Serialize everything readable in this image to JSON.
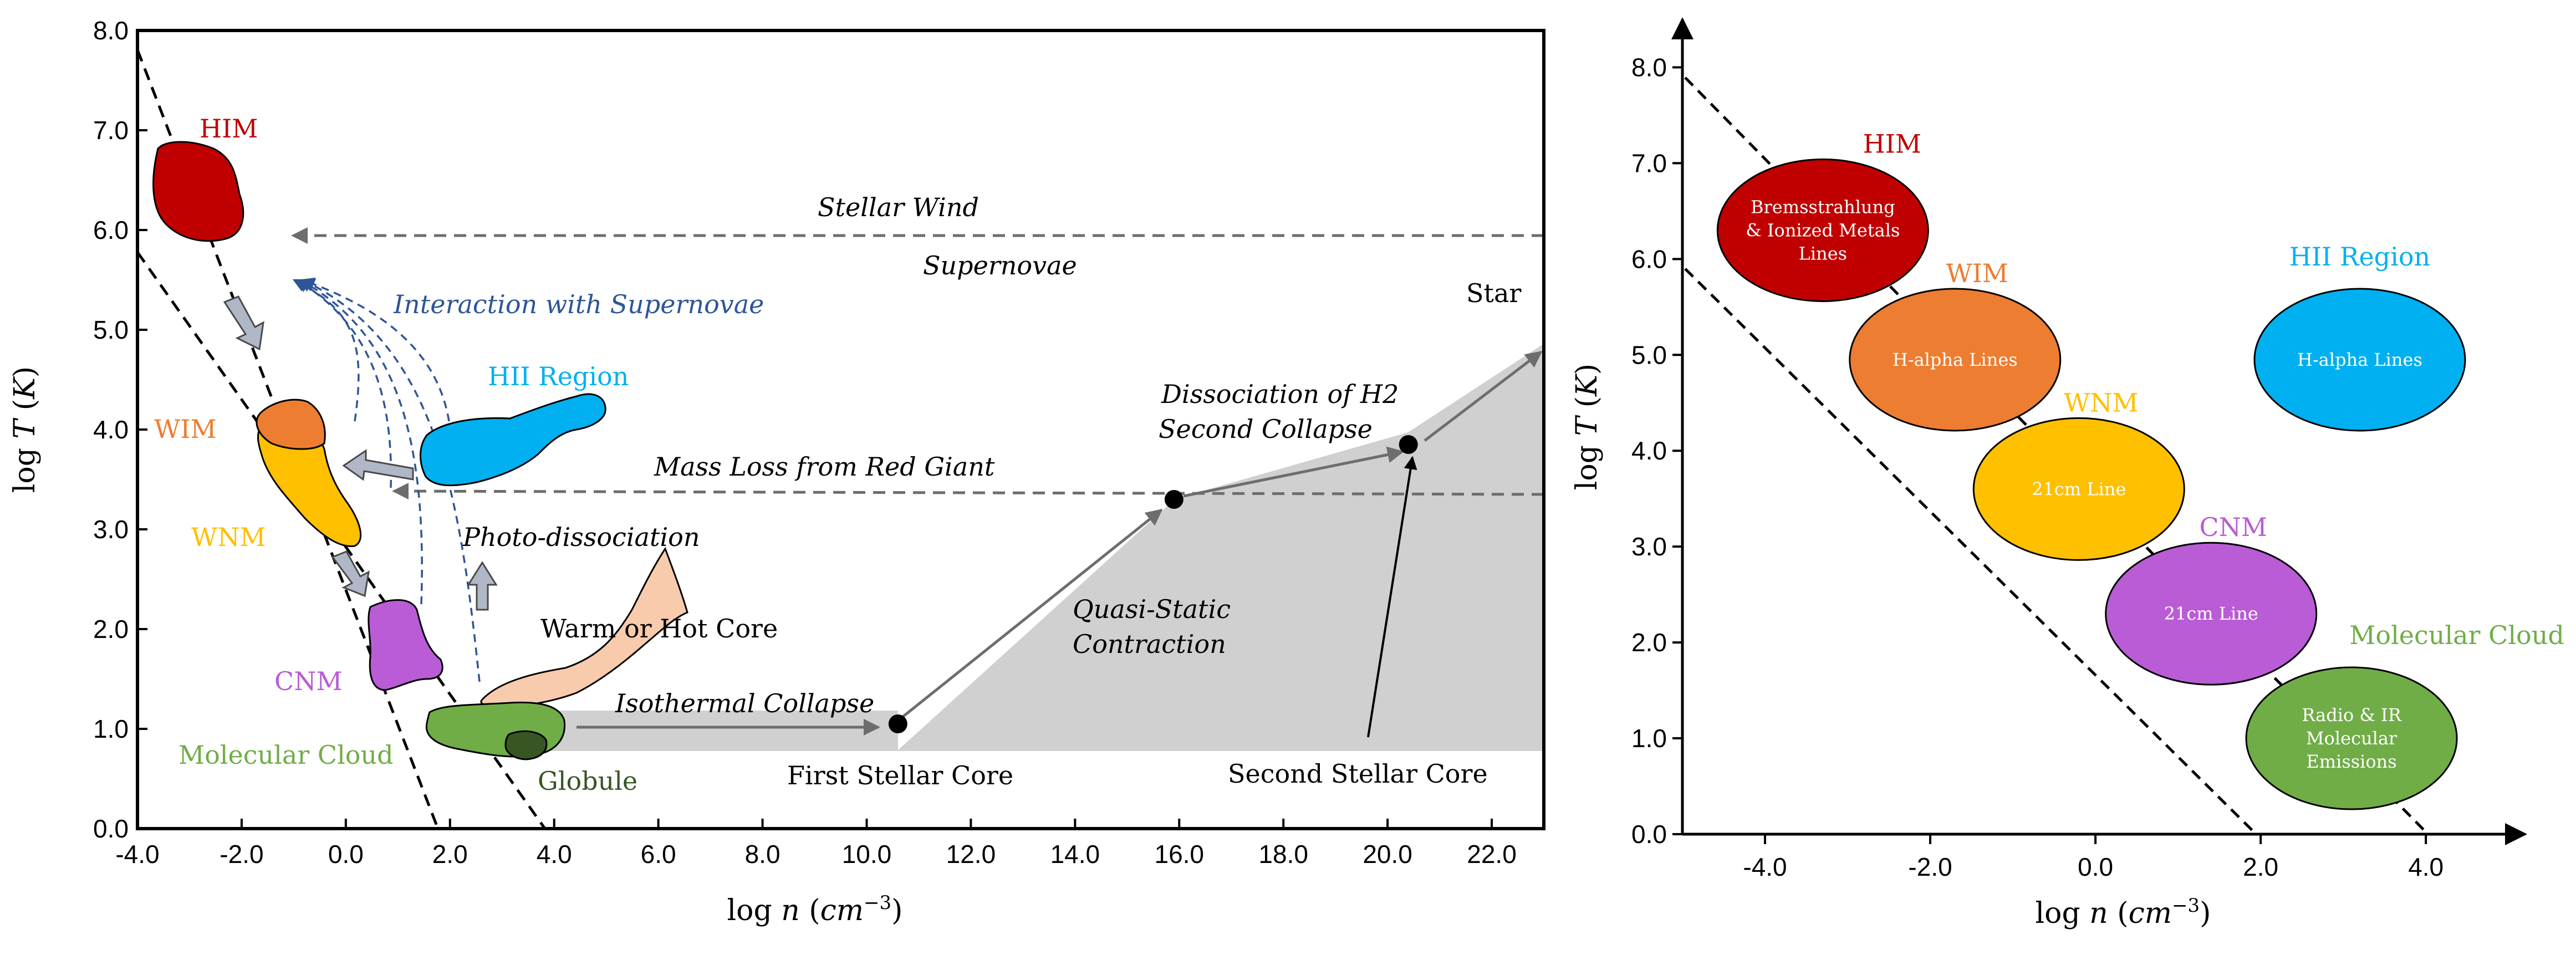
{
  "chart_data": [
    {
      "type": "scatter",
      "title": "",
      "xlabel": "log n (cm^-3)",
      "ylabel": "log T (K)",
      "xlim": [
        -4,
        23
      ],
      "ylim": [
        0,
        8
      ],
      "xticks": [
        "-4.0",
        "-2.0",
        "0.0",
        "2.0",
        "4.0",
        "6.0",
        "8.0",
        "10.0",
        "12.0",
        "14.0",
        "16.0",
        "18.0",
        "20.0",
        "22.0"
      ],
      "yticks": [
        "0.0",
        "1.0",
        "2.0",
        "3.0",
        "4.0",
        "5.0",
        "6.0",
        "7.0",
        "8.0"
      ],
      "regions": [
        {
          "label": "HIM",
          "x": -2.8,
          "y": 6.4,
          "color": "#c00000"
        },
        {
          "label": "WIM",
          "x": -1.0,
          "y": 4.1,
          "color": "#ed7d31"
        },
        {
          "label": "WNM",
          "x": -0.5,
          "y": 3.6,
          "color": "#ffc000"
        },
        {
          "label": "CNM",
          "x": 1.2,
          "y": 1.9,
          "color": "#b95cd6"
        },
        {
          "label": "Molecular Cloud",
          "x": 2.5,
          "y": 1.0,
          "color": "#70ad47"
        },
        {
          "label": "Globule",
          "x": 3.5,
          "y": 0.9,
          "color": "#375623"
        },
        {
          "label": "HII Region",
          "x": 3.7,
          "y": 4.1,
          "color": "#00b0f0"
        },
        {
          "label": "Warm or Hot Core",
          "x": 5.0,
          "y": 2.2,
          "color": "#f8cbad"
        }
      ],
      "series": [
        {
          "name": "Collapse track",
          "x": [
            10.6,
            15.9,
            20.4,
            22.9
          ],
          "y": [
            1.05,
            3.3,
            3.85,
            4.9
          ]
        }
      ],
      "points": [
        {
          "label": "First Stellar Core",
          "x": 10.6,
          "y": 1.05
        },
        {
          "label": "Dissociation of H2 Second Collapse",
          "x": 15.9,
          "y": 3.3
        },
        {
          "label": "Second Stellar Core",
          "x": 20.4,
          "y": 3.85
        }
      ],
      "annotations": [
        "Stellar Wind",
        "Supernovae",
        "Interaction with Supernovae",
        "Mass Loss from Red Giant",
        "Photo-dissociation",
        "Isothermal Collapse",
        "Quasi-Static Contraction",
        "Star"
      ],
      "guide_lines": [
        {
          "x": [
            -3.8,
            2.0
          ],
          "y": [
            8.0,
            0.0
          ]
        },
        {
          "x": [
            -3.8,
            4.0
          ],
          "y": [
            6.0,
            0.0
          ]
        }
      ],
      "grid": false,
      "legend": "none"
    },
    {
      "type": "scatter",
      "title": "",
      "xlabel": "log n (cm^-3)",
      "ylabel": "log T (K)",
      "xlim": [
        -5,
        5.2
      ],
      "ylim": [
        0,
        8.5
      ],
      "xticks": [
        "-4.0",
        "-2.0",
        "0.0",
        "2.0",
        "4.0"
      ],
      "yticks": [
        "0.0",
        "1.0",
        "2.0",
        "3.0",
        "4.0",
        "5.0",
        "6.0",
        "7.0",
        "8.0"
      ],
      "bubbles": [
        {
          "label": "HIM",
          "text": [
            "Bremsstrahlung",
            "& Ionized Metals",
            "Lines"
          ],
          "x": -3.3,
          "y": 6.3,
          "color": "#c00000"
        },
        {
          "label": "WIM",
          "text": [
            "H-alpha Lines"
          ],
          "x": -1.7,
          "y": 4.95,
          "color": "#ed7d31"
        },
        {
          "label": "WNM",
          "text": [
            "21cm Line"
          ],
          "x": -0.2,
          "y": 3.6,
          "color": "#ffc000"
        },
        {
          "label": "CNM",
          "text": [
            "21cm Line"
          ],
          "x": 1.4,
          "y": 2.3,
          "color": "#b95cd6"
        },
        {
          "label": "Molecular Cloud",
          "text": [
            "Radio & IR",
            "Molecular",
            "Emissions"
          ],
          "x": 3.1,
          "y": 1.0,
          "color": "#70ad47"
        },
        {
          "label": "HII Region",
          "text": [
            "H-alpha Lines"
          ],
          "x": 3.2,
          "y": 4.95,
          "color": "#00b0f0"
        }
      ],
      "guide_lines": [
        {
          "x": [
            -4.9,
            4.0
          ],
          "y": [
            8.0,
            0.0
          ]
        },
        {
          "x": [
            -4.9,
            1.9
          ],
          "y": [
            6.0,
            0.0
          ]
        }
      ],
      "grid": false,
      "legend": "none"
    }
  ]
}
